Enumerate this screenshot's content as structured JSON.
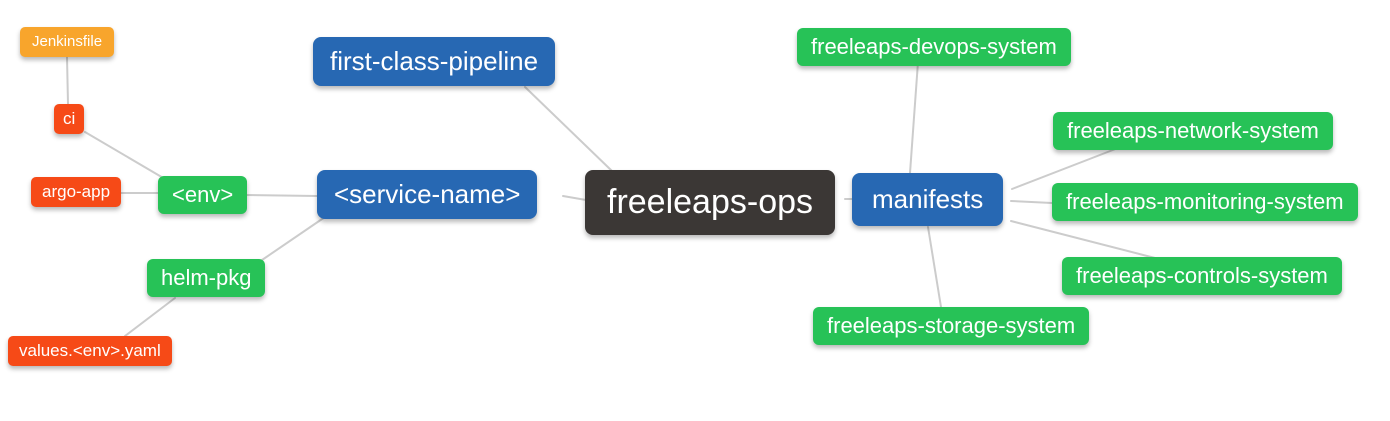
{
  "diagram": {
    "kind": "mindmap",
    "background": "#ffffff",
    "edge_color": "#cccccc",
    "palette": {
      "root_dark": "#3b3735",
      "level2_blue": "#2768b3",
      "level3_green": "#27c257",
      "level4_red": "#f64a17",
      "level5_amber": "#f8a52c",
      "text": "#ffffff"
    }
  },
  "nodes": {
    "root": {
      "label": "freeleaps-ops",
      "color": "#3b3735"
    },
    "first_class_pipeline": {
      "label": "first-class-pipeline",
      "color": "#2768b3"
    },
    "service_name": {
      "label": "<service-name>",
      "color": "#2768b3"
    },
    "manifests": {
      "label": "manifests",
      "color": "#2768b3"
    },
    "env": {
      "label": "<env>",
      "color": "#27c257"
    },
    "helm_pkg": {
      "label": "helm-pkg",
      "color": "#27c257"
    },
    "ci": {
      "label": "ci",
      "color": "#f64a17"
    },
    "argo_app": {
      "label": "argo-app",
      "color": "#f64a17"
    },
    "values_env_yaml": {
      "label": "values.<env>.yaml",
      "color": "#f64a17"
    },
    "jenkinsfile": {
      "label": "Jenkinsfile",
      "color": "#f8a52c"
    },
    "devops_system": {
      "label": "freeleaps-devops-system",
      "color": "#27c257"
    },
    "network_system": {
      "label": "freeleaps-network-system",
      "color": "#27c257"
    },
    "monitoring_system": {
      "label": "freeleaps-monitoring-system",
      "color": "#27c257"
    },
    "controls_system": {
      "label": "freeleaps-controls-system",
      "color": "#27c257"
    },
    "storage_system": {
      "label": "freeleaps-storage-system",
      "color": "#27c257"
    }
  },
  "edges": [
    {
      "from": "jenkinsfile",
      "to": "ci"
    },
    {
      "from": "ci",
      "to": "env"
    },
    {
      "from": "argo_app",
      "to": "env"
    },
    {
      "from": "env",
      "to": "service_name"
    },
    {
      "from": "service_name",
      "to": "helm_pkg"
    },
    {
      "from": "helm_pkg",
      "to": "values_env_yaml"
    },
    {
      "from": "first_class_pipeline",
      "to": "root"
    },
    {
      "from": "service_name",
      "to": "root"
    },
    {
      "from": "root",
      "to": "manifests"
    },
    {
      "from": "manifests",
      "to": "devops_system"
    },
    {
      "from": "manifests",
      "to": "network_system"
    },
    {
      "from": "manifests",
      "to": "monitoring_system"
    },
    {
      "from": "manifests",
      "to": "controls_system"
    },
    {
      "from": "manifests",
      "to": "storage_system"
    }
  ]
}
